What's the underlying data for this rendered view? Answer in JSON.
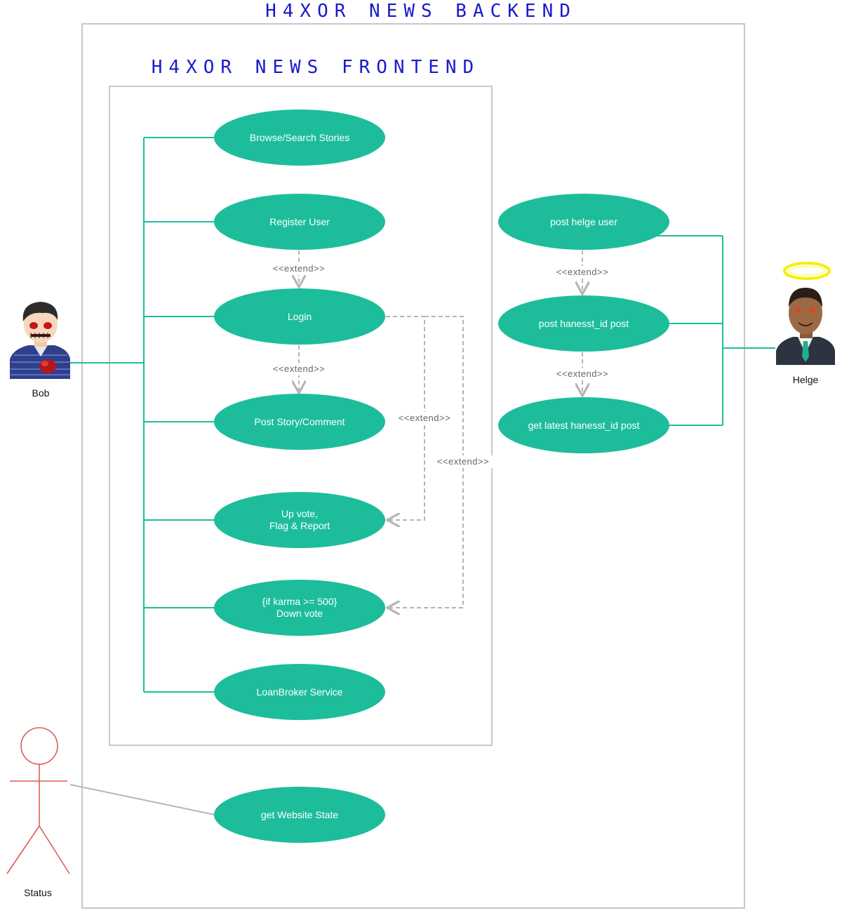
{
  "titles": {
    "backend": "H4XOR NEWS BACKEND",
    "frontend": "H4XOR NEWS FRONTEND"
  },
  "use_cases": {
    "browse": "Browse/Search Stories",
    "register": "Register User",
    "login": "Login",
    "post_story": "Post Story/Comment",
    "upvote_line1": "Up vote,",
    "upvote_line2": "Flag & Report",
    "downvote_line1": "{if karma >= 500}",
    "downvote_line2": "Down vote",
    "loanbroker": "LoanBroker Service",
    "website_state": "get Website State",
    "post_helge_user": "post helge user",
    "post_hanesst": "post hanesst_id post",
    "get_latest_hanesst": "get latest hanesst_id post"
  },
  "relations": {
    "extend": "<<extend>>"
  },
  "actors": {
    "bob": "Bob",
    "helge": "Helge",
    "status": "Status"
  },
  "colors": {
    "use_case": "#1dbd9b",
    "association": "#1dbd9b",
    "extend": "#b5b5b5",
    "title": "#1a1acd",
    "status_actor": "#e05a5a",
    "halo": "#f5f000"
  },
  "icons": {
    "bob": "zombie-man-icon",
    "helge": "angel-businessman-icon",
    "status": "stick-figure-icon"
  }
}
